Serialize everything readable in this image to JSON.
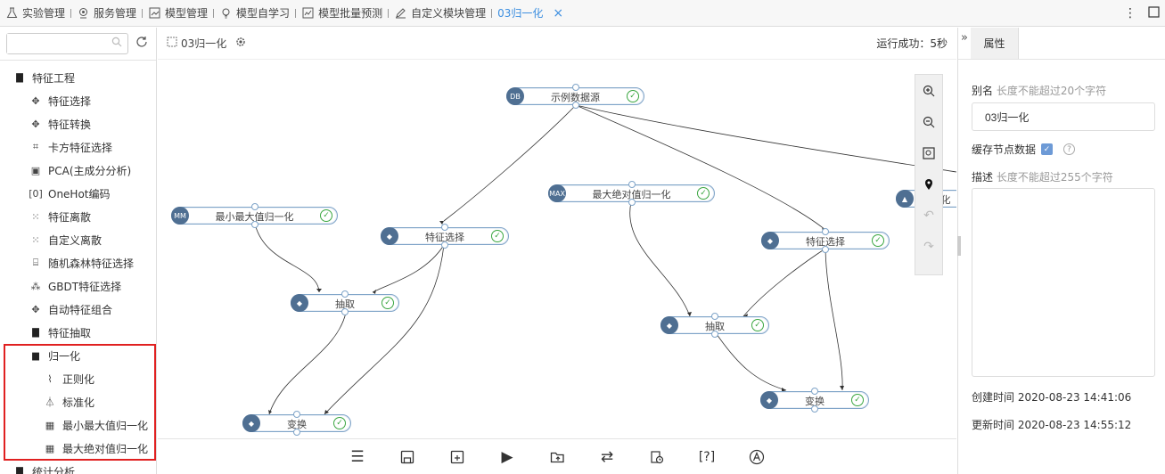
{
  "tabs": [
    {
      "label": "实验管理",
      "icon": "flask-icon"
    },
    {
      "label": "服务管理",
      "icon": "service-icon"
    },
    {
      "label": "模型管理",
      "icon": "model-icon"
    },
    {
      "label": "模型自学习",
      "icon": "bulb-icon"
    },
    {
      "label": "模型批量预测",
      "icon": "chart-icon"
    },
    {
      "label": "自定义模块管理",
      "icon": "edit-icon"
    },
    {
      "label": "03归一化",
      "icon": "",
      "active": true
    }
  ],
  "sidebar": {
    "search_placeholder": "",
    "tree": [
      {
        "label": "特征工程",
        "level": 0,
        "icon": "folder-icon"
      },
      {
        "label": "特征选择",
        "level": 1,
        "icon": "feature-select-icon"
      },
      {
        "label": "特征转换",
        "level": 1,
        "icon": "feature-transform-icon"
      },
      {
        "label": "卡方特征选择",
        "level": 1,
        "icon": "chi-square-icon"
      },
      {
        "label": "PCA(主成分分析)",
        "level": 1,
        "icon": "pca-icon"
      },
      {
        "label": "OneHot编码",
        "level": 1,
        "icon": "onehot-icon"
      },
      {
        "label": "特征离散",
        "level": 1,
        "icon": "discrete-icon"
      },
      {
        "label": "自定义离散",
        "level": 1,
        "icon": "custom-discrete-icon"
      },
      {
        "label": "随机森林特征选择",
        "level": 1,
        "icon": "random-forest-icon"
      },
      {
        "label": "GBDT特征选择",
        "level": 1,
        "icon": "gbdt-icon"
      },
      {
        "label": "自动特征组合",
        "level": 1,
        "icon": "auto-combine-icon"
      },
      {
        "label": "特征抽取",
        "level": 1,
        "icon": "folder-icon"
      },
      {
        "label": "归一化",
        "level": 1,
        "icon": "folder-open-icon"
      },
      {
        "label": "正则化",
        "level": 2,
        "icon": "regularize-icon"
      },
      {
        "label": "标准化",
        "level": 2,
        "icon": "standardize-icon"
      },
      {
        "label": "最小最大值归一化",
        "level": 2,
        "icon": "minmax-icon"
      },
      {
        "label": "最大绝对值归一化",
        "level": 2,
        "icon": "maxabs-icon"
      },
      {
        "label": "统计分析",
        "level": 0,
        "icon": "folder-icon"
      }
    ]
  },
  "canvas": {
    "experiment_name": "03归一化",
    "status": "运行成功：5秒",
    "nodes": [
      {
        "label": "示例数据源",
        "icon_text": "DB"
      },
      {
        "label": "最小最大值归一化",
        "icon_text": "MM"
      },
      {
        "label": "特征选择",
        "icon_text": "◆"
      },
      {
        "label": "最大绝对值归一化",
        "icon_text": "MAX"
      },
      {
        "label": "标准化",
        "icon_text": "▲"
      },
      {
        "label": "抽取",
        "icon_text": "◆"
      },
      {
        "label": "特征选择",
        "icon_text": "◆"
      },
      {
        "label": "抽取",
        "icon_text": "◆"
      },
      {
        "label": "变换",
        "icon_text": "◆"
      },
      {
        "label": "变换",
        "icon_text": "◆"
      }
    ],
    "zoom_tools": [
      "zoom-in-icon",
      "zoom-out-icon",
      "zoom-fit-icon",
      "locate-icon",
      "undo-icon",
      "redo-icon"
    ],
    "bottom_tools": [
      "list-icon",
      "save-icon",
      "save-as-icon",
      "run-icon",
      "export-icon",
      "switch-icon",
      "schedule-icon",
      "help-bracket-icon",
      "auto-layout-icon"
    ]
  },
  "properties": {
    "tab_label": "属性",
    "alias_label": "别名",
    "alias_hint": "长度不能超过20个字符",
    "alias_value": "03归一化",
    "cache_label": "缓存节点数据",
    "cache_checked": true,
    "desc_label": "描述",
    "desc_hint": "长度不能超过255个字符",
    "desc_value": "",
    "created_label": "创建时间",
    "created_value": "2020-08-23 14:41:06",
    "updated_label": "更新时间",
    "updated_value": "2020-08-23 14:55:12"
  },
  "colors": {
    "accent": "#3c8ee0",
    "node_icon_bg": "#4f6f92",
    "ok_green": "#3aa640",
    "highlight_red": "#e02020"
  }
}
